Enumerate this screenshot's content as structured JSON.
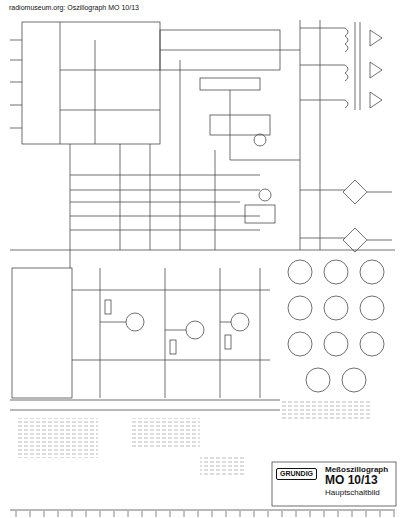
{
  "diagram": {
    "title": "radiomuseum.org: Oszillograph MO 10/13",
    "nodes": [
      {
        "text": [
          "GRUNDIG"
        ]
      },
      {
        "text": [
          "Meßoszillograph",
          "MO 10/13",
          "Hauptschaltbild"
        ]
      }
    ]
  }
}
